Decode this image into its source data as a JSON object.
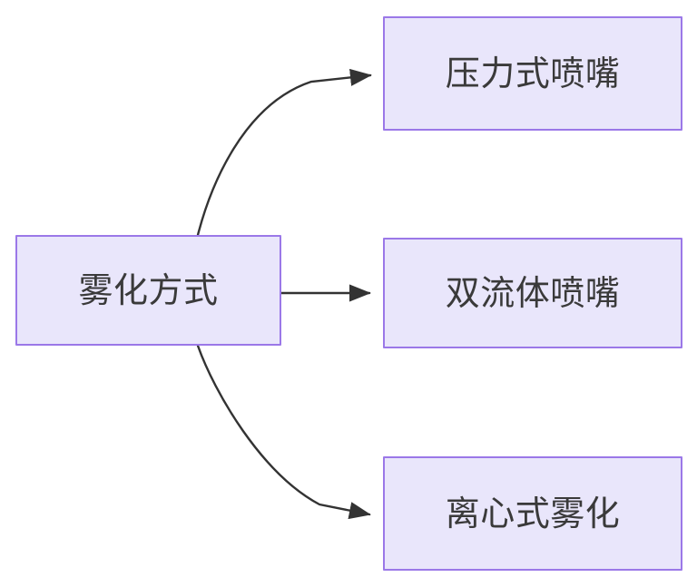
{
  "diagram": {
    "type": "flowchart",
    "direction": "left-to-right",
    "background_color": "#ffffff",
    "node_fill_color": "#e9e6fb",
    "node_border_color": "#9b78e8",
    "node_text_color": "#3a3a3a",
    "edge_color": "#333333",
    "nodes": [
      {
        "id": "root",
        "label": "雾化方式"
      },
      {
        "id": "n1",
        "label": "压力式喷嘴"
      },
      {
        "id": "n2",
        "label": "双流体喷嘴"
      },
      {
        "id": "n3",
        "label": "离心式雾化"
      }
    ],
    "edges": [
      {
        "id": "e1",
        "from": "root",
        "to": "n1",
        "label": "",
        "style": "curved-arrow"
      },
      {
        "id": "e2",
        "from": "root",
        "to": "n2",
        "label": "",
        "style": "straight-arrow"
      },
      {
        "id": "e3",
        "from": "root",
        "to": "n3",
        "label": "",
        "style": "curved-arrow"
      }
    ]
  }
}
